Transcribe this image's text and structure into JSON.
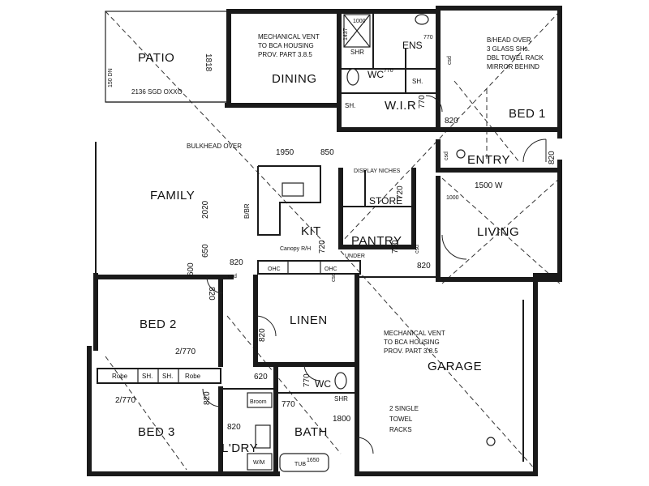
{
  "rooms": {
    "patio": "PATIO",
    "dining": "DINING",
    "ens": "ENS",
    "wc_ens": "WC",
    "wir": "W.I.R",
    "bed1": "BED 1",
    "entry": "ENTRY",
    "family": "FAMILY",
    "kit": "KIT",
    "store": "STORE",
    "pantry": "PANTRY",
    "living": "LIVING",
    "bed2": "BED 2",
    "linen": "LINEN",
    "garage": "GARAGE",
    "wc_main": "WC",
    "bed3": "BED 3",
    "ldry": "L'DRY",
    "bath": "BATH",
    "broom": "Broom"
  },
  "fixtures": {
    "shr_ens": "SHR",
    "sh_ens": "SH.",
    "sh_wir": "SH.",
    "shr_main": "SHR",
    "sh_robe2": "SH.",
    "sh_robe3": "SH.",
    "robe_left": "Robe",
    "robe_right": "Robe",
    "ohc1": "OHC",
    "ohc2": "OHC",
    "wm": "W/M",
    "tub": "TUB"
  },
  "notes": {
    "mech_vent_1": [
      "MECHANICAL VENT",
      "TO BCA HOUSING",
      "PROV. PART 3.8.5"
    ],
    "mech_vent_2": [
      "MECHANICAL VENT",
      "TO BCA HOUSING",
      "PROV. PART 3.8.5"
    ],
    "bhead": [
      "B/HEAD OVER",
      "3 GLASS SHs.",
      "DBL TOWEL RACK",
      "MIRROR BEHIND"
    ],
    "towel": [
      "2 SINGLE",
      "TOWEL",
      "RACKS"
    ],
    "bulkhead": "BULKHEAD OVER",
    "display_niches": "DISPLAY NICHES",
    "canopy": "Canopy R/H",
    "under": "UNDER",
    "sliding_door": "2136 SGD OXXO",
    "bench": "B/BR",
    "entry_width": "1500 W"
  },
  "dims": {
    "d1818": "1818",
    "d150": "150 DN",
    "d1000_ens": "1000",
    "d1437": "1437",
    "d770_ens": "770",
    "d770_wc": "770",
    "d770_wir": "770",
    "d820_wir": "820",
    "d1950": "1950",
    "d850": "850",
    "d2020": "2020",
    "d650": "650",
    "d600": "600",
    "d820_fam": "820",
    "d820_bed2": "820",
    "d720_a": "720",
    "d720_b": "720",
    "d720_c": "720",
    "d820_pantry": "820",
    "d1000_living": "1000",
    "d820_linen": "820",
    "d2770_top": "2/770",
    "d2770_bot": "2/770",
    "d820_bed3": "820",
    "d620": "620",
    "d770_wc2": "770",
    "d770_bath": "770",
    "d820_ldry": "820",
    "d1800": "1800",
    "d1650": "1650",
    "d820_entry": "820",
    "csd1": "csd",
    "csd2": "csd",
    "csd3": "csd",
    "csd4": "csd",
    "csd5": "csd"
  }
}
